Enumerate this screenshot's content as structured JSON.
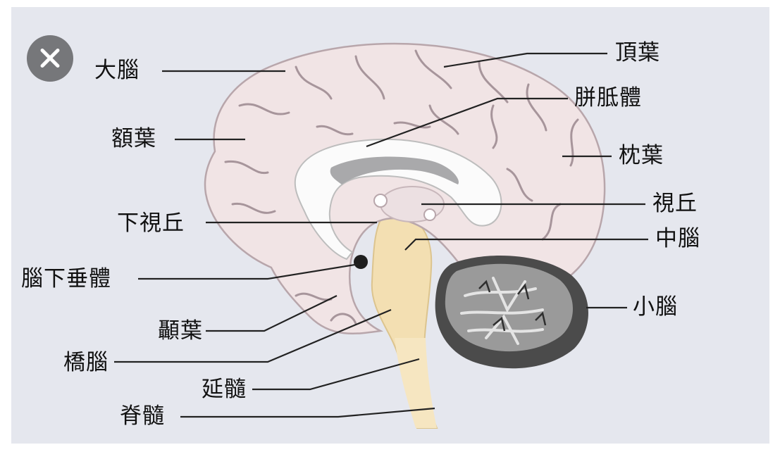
{
  "diagram": {
    "labels": {
      "cerebrum": "大腦",
      "frontal_lobe": "額葉",
      "hypothalamus": "下視丘",
      "pituitary": "腦下垂體",
      "temporal_lobe": "顳葉",
      "pons": "橋腦",
      "medulla": "延髓",
      "spinal_cord": "脊髓",
      "parietal_lobe": "頂葉",
      "corpus_callosum": "胼胝體",
      "occipital_lobe": "枕葉",
      "thalamus": "視丘",
      "midbrain": "中腦",
      "cerebellum": "小腦"
    },
    "colors": {
      "panel": "#e5e7ee",
      "cerebrum": "#f1e4e5",
      "cerebrum_outline": "#b8a6ab",
      "sulcus": "#a7959b",
      "corpus_callosum": "#fbfbfb",
      "ventricle": "#a9a9ab",
      "brainstem": "#f3dfb2",
      "cerebellum": "#727272",
      "cerebellum_outer": "#4b4b4b",
      "cerebellum_white": "#dcdcdc",
      "leader_line": "#222222",
      "close_button": "#76777a"
    },
    "close_icon": "close-icon"
  }
}
